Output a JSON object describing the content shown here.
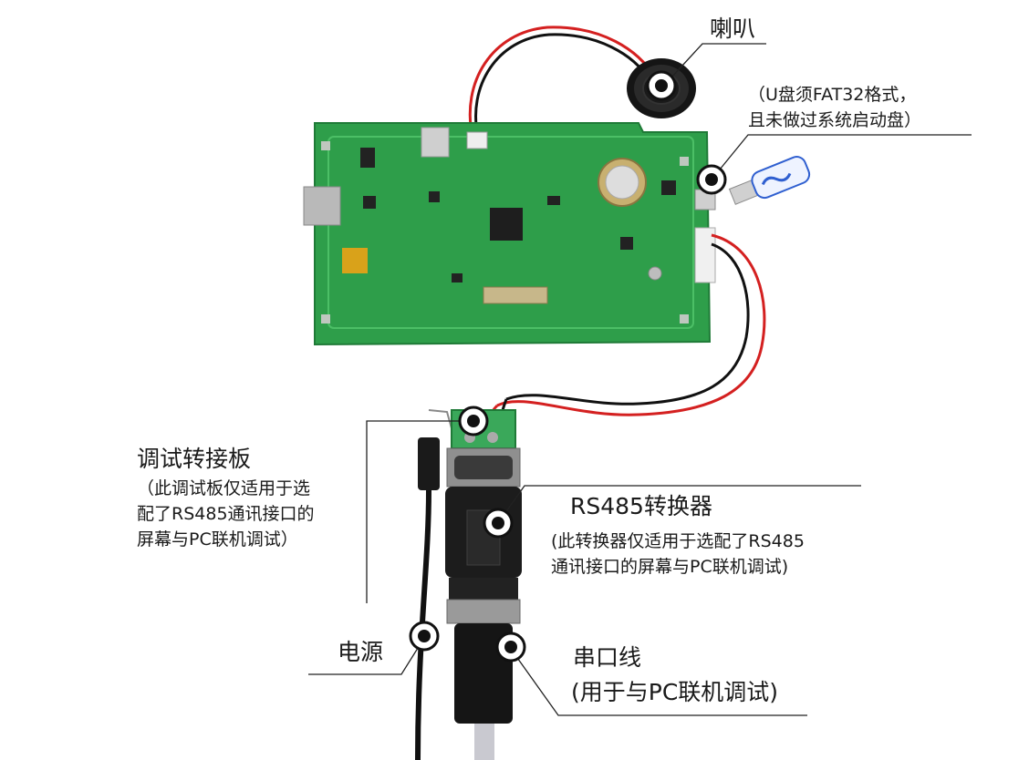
{
  "labels": {
    "speaker": "喇叭",
    "usb_note_line1": "（U盘须FAT32格式，",
    "usb_note_line2": "且未做过系统启动盘）",
    "debug_board_title": "调试转接板",
    "debug_board_note_line1": "（此调试板仅适用于选",
    "debug_board_note_line2": "配了RS485通讯接口的",
    "debug_board_note_line3": "屏幕与PC联机调试）",
    "converter_title": "RS485转换器",
    "converter_note_line1": "(此转换器仅适用于选配了RS485",
    "converter_note_line2": "通讯接口的屏幕与PC联机调试)",
    "power": "电源",
    "serial_title": "串口线",
    "serial_note": "(用于与PC联机调试)"
  },
  "colors": {
    "pcb": "#2e9e4a",
    "pcb_dark": "#1f7a37",
    "wire_red": "#d42020",
    "wire_black": "#111111",
    "converter_body": "#1c1c1c",
    "terminal_green": "#3aa85a",
    "usb_blue": "#2f5fd0",
    "leader_line": "#222222"
  }
}
